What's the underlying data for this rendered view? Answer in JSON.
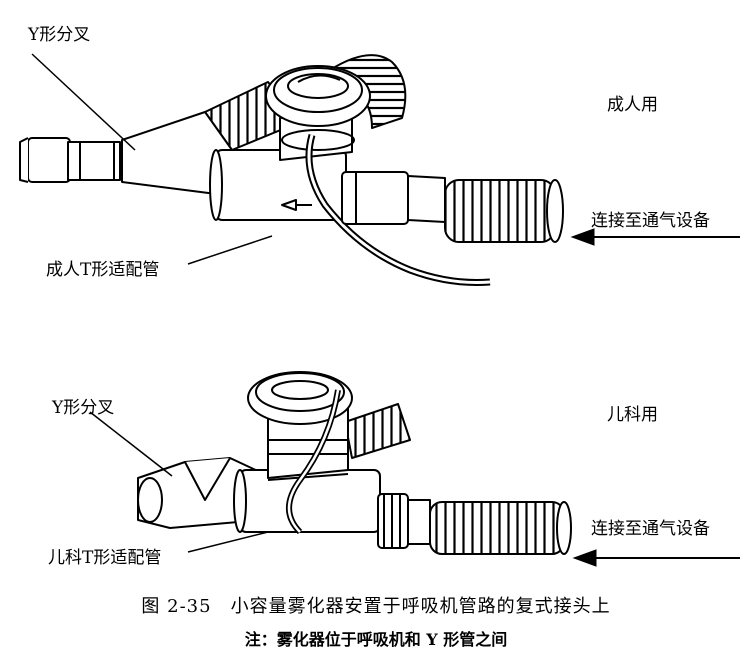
{
  "adult": {
    "y_piece_label": "Y形分叉",
    "usage_label": "成人用",
    "t_adapter_label": "成人T形适配管",
    "ventilator_label": "连接至通气设备"
  },
  "pediatric": {
    "y_piece_label": "Y形分叉",
    "usage_label": "儿科用",
    "t_adapter_label": "儿科T形适配管",
    "ventilator_label": "连接至通气设备"
  },
  "caption": "图 2-35　小容量雾化器安置于呼吸机管路的复式接头上",
  "note": "注：雾化器位于呼吸机和 Y 形管之间"
}
